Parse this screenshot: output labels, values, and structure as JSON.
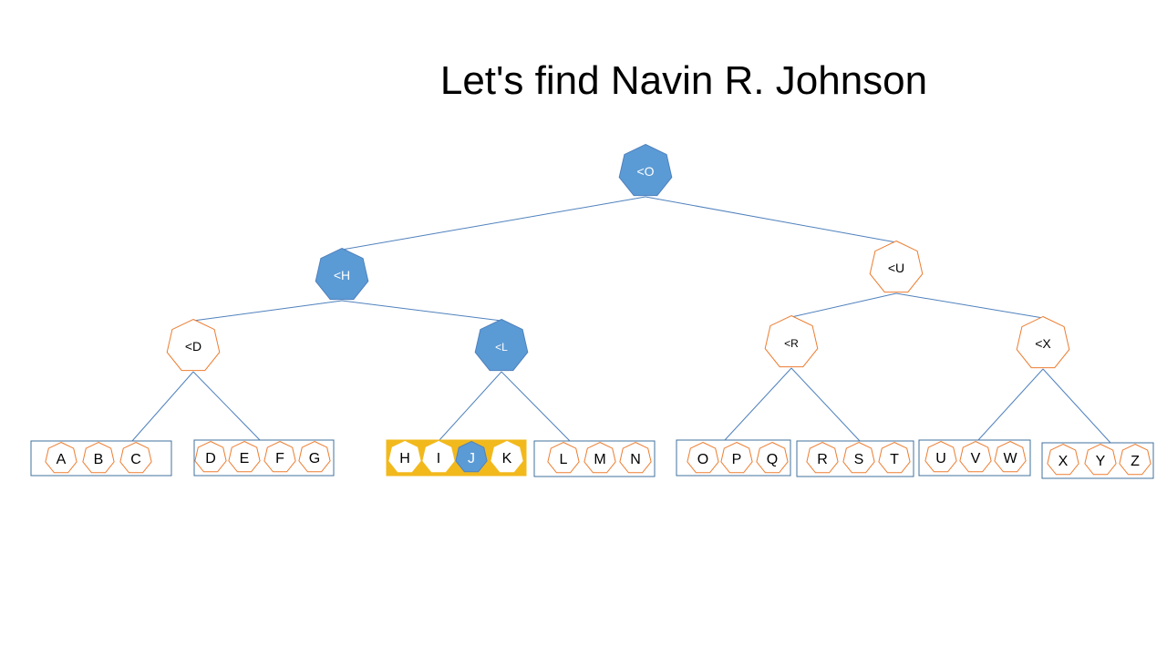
{
  "title": "Let's find Navin R. Johnson",
  "colors": {
    "blue": "#5b9bd5",
    "orange": "#ed7d31",
    "gold": "#f2b91d",
    "edge": "#4f81bd",
    "box": "#41719c"
  },
  "nodes": [
    {
      "id": "o",
      "label": "<O",
      "highlight": true
    },
    {
      "id": "h",
      "label": "<H",
      "highlight": true
    },
    {
      "id": "u",
      "label": "<U",
      "highlight": false
    },
    {
      "id": "d",
      "label": "<D",
      "highlight": false
    },
    {
      "id": "l",
      "label": "<L",
      "highlight": true
    },
    {
      "id": "r",
      "label": "<R",
      "highlight": false
    },
    {
      "id": "x",
      "label": "<X",
      "highlight": false
    }
  ],
  "edges": [
    [
      "o",
      "h"
    ],
    [
      "o",
      "u"
    ],
    [
      "h",
      "d"
    ],
    [
      "h",
      "l"
    ],
    [
      "u",
      "r"
    ],
    [
      "u",
      "x"
    ],
    [
      "d",
      "b0"
    ],
    [
      "d",
      "b1"
    ],
    [
      "l",
      "b2"
    ],
    [
      "l",
      "b3"
    ],
    [
      "r",
      "b4"
    ],
    [
      "r",
      "b5"
    ],
    [
      "x",
      "b6"
    ],
    [
      "x",
      "b7"
    ]
  ],
  "buckets": [
    {
      "id": "b0",
      "letters": [
        "A",
        "B",
        "C"
      ],
      "highlight": false,
      "found": ""
    },
    {
      "id": "b1",
      "letters": [
        "D",
        "E",
        "F",
        "G"
      ],
      "highlight": false,
      "found": ""
    },
    {
      "id": "b2",
      "letters": [
        "H",
        "I",
        "J",
        "K"
      ],
      "highlight": true,
      "found": "J"
    },
    {
      "id": "b3",
      "letters": [
        "L",
        "M",
        "N"
      ],
      "highlight": false,
      "found": ""
    },
    {
      "id": "b4",
      "letters": [
        "O",
        "P",
        "Q"
      ],
      "highlight": false,
      "found": ""
    },
    {
      "id": "b5",
      "letters": [
        "R",
        "S",
        "T"
      ],
      "highlight": false,
      "found": ""
    },
    {
      "id": "b6",
      "letters": [
        "U",
        "V",
        "W"
      ],
      "highlight": false,
      "found": ""
    },
    {
      "id": "b7",
      "letters": [
        "X",
        "Y",
        "Z"
      ],
      "highlight": false,
      "found": ""
    }
  ]
}
